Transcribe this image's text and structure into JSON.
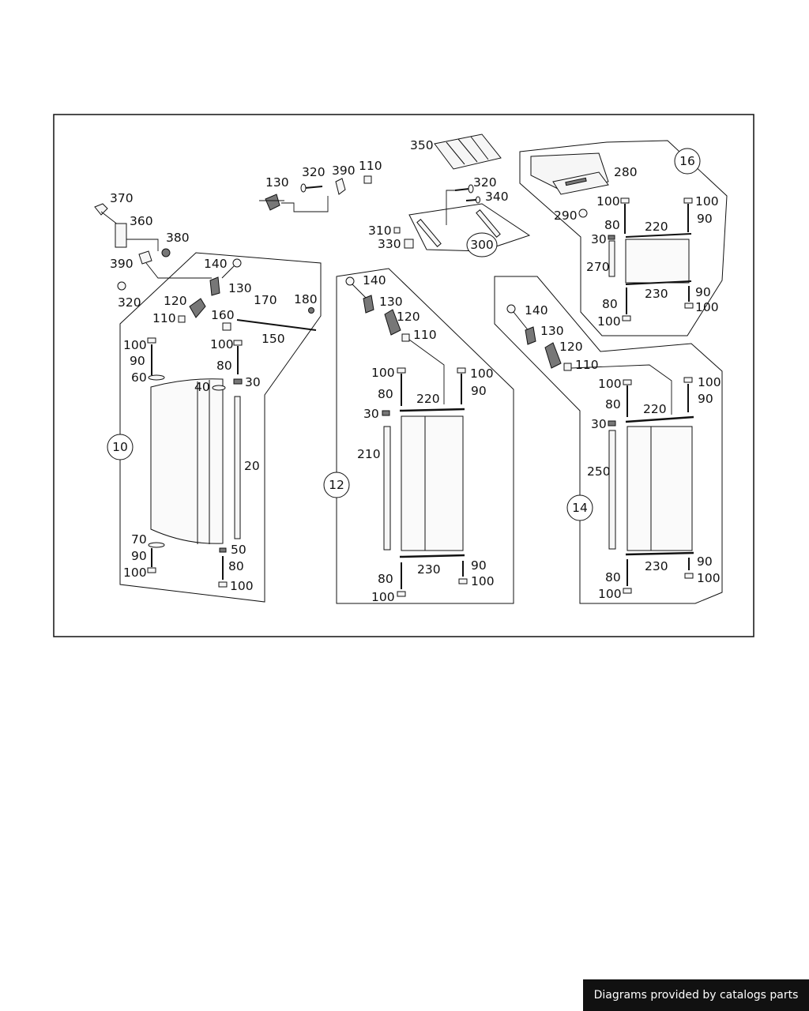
{
  "diagram": {
    "part_labels": [
      "370",
      "360",
      "380",
      "390",
      "320",
      "130",
      "320",
      "390",
      "110",
      "350",
      "320",
      "340",
      "310",
      "330",
      "300",
      "280",
      "100",
      "290",
      "80",
      "30",
      "270",
      "220",
      "100",
      "90",
      "90",
      "230",
      "80",
      "100",
      "100",
      "140",
      "130",
      "120",
      "110",
      "170",
      "160",
      "180",
      "150",
      "100",
      "90",
      "60",
      "100",
      "80",
      "40",
      "30",
      "20",
      "70",
      "90",
      "100",
      "50",
      "80",
      "100",
      "140",
      "130",
      "120",
      "110",
      "100",
      "80",
      "30",
      "210",
      "220",
      "100",
      "90",
      "230",
      "80",
      "100",
      "90",
      "100",
      "140",
      "130",
      "120",
      "110",
      "100",
      "80",
      "30",
      "250",
      "220",
      "100",
      "90",
      "230",
      "80",
      "100",
      "90",
      "100"
    ],
    "group_numbers": [
      "10",
      "12",
      "14",
      "16",
      "300"
    ]
  },
  "footer": {
    "credit": "Diagrams provided by catalogs parts"
  }
}
